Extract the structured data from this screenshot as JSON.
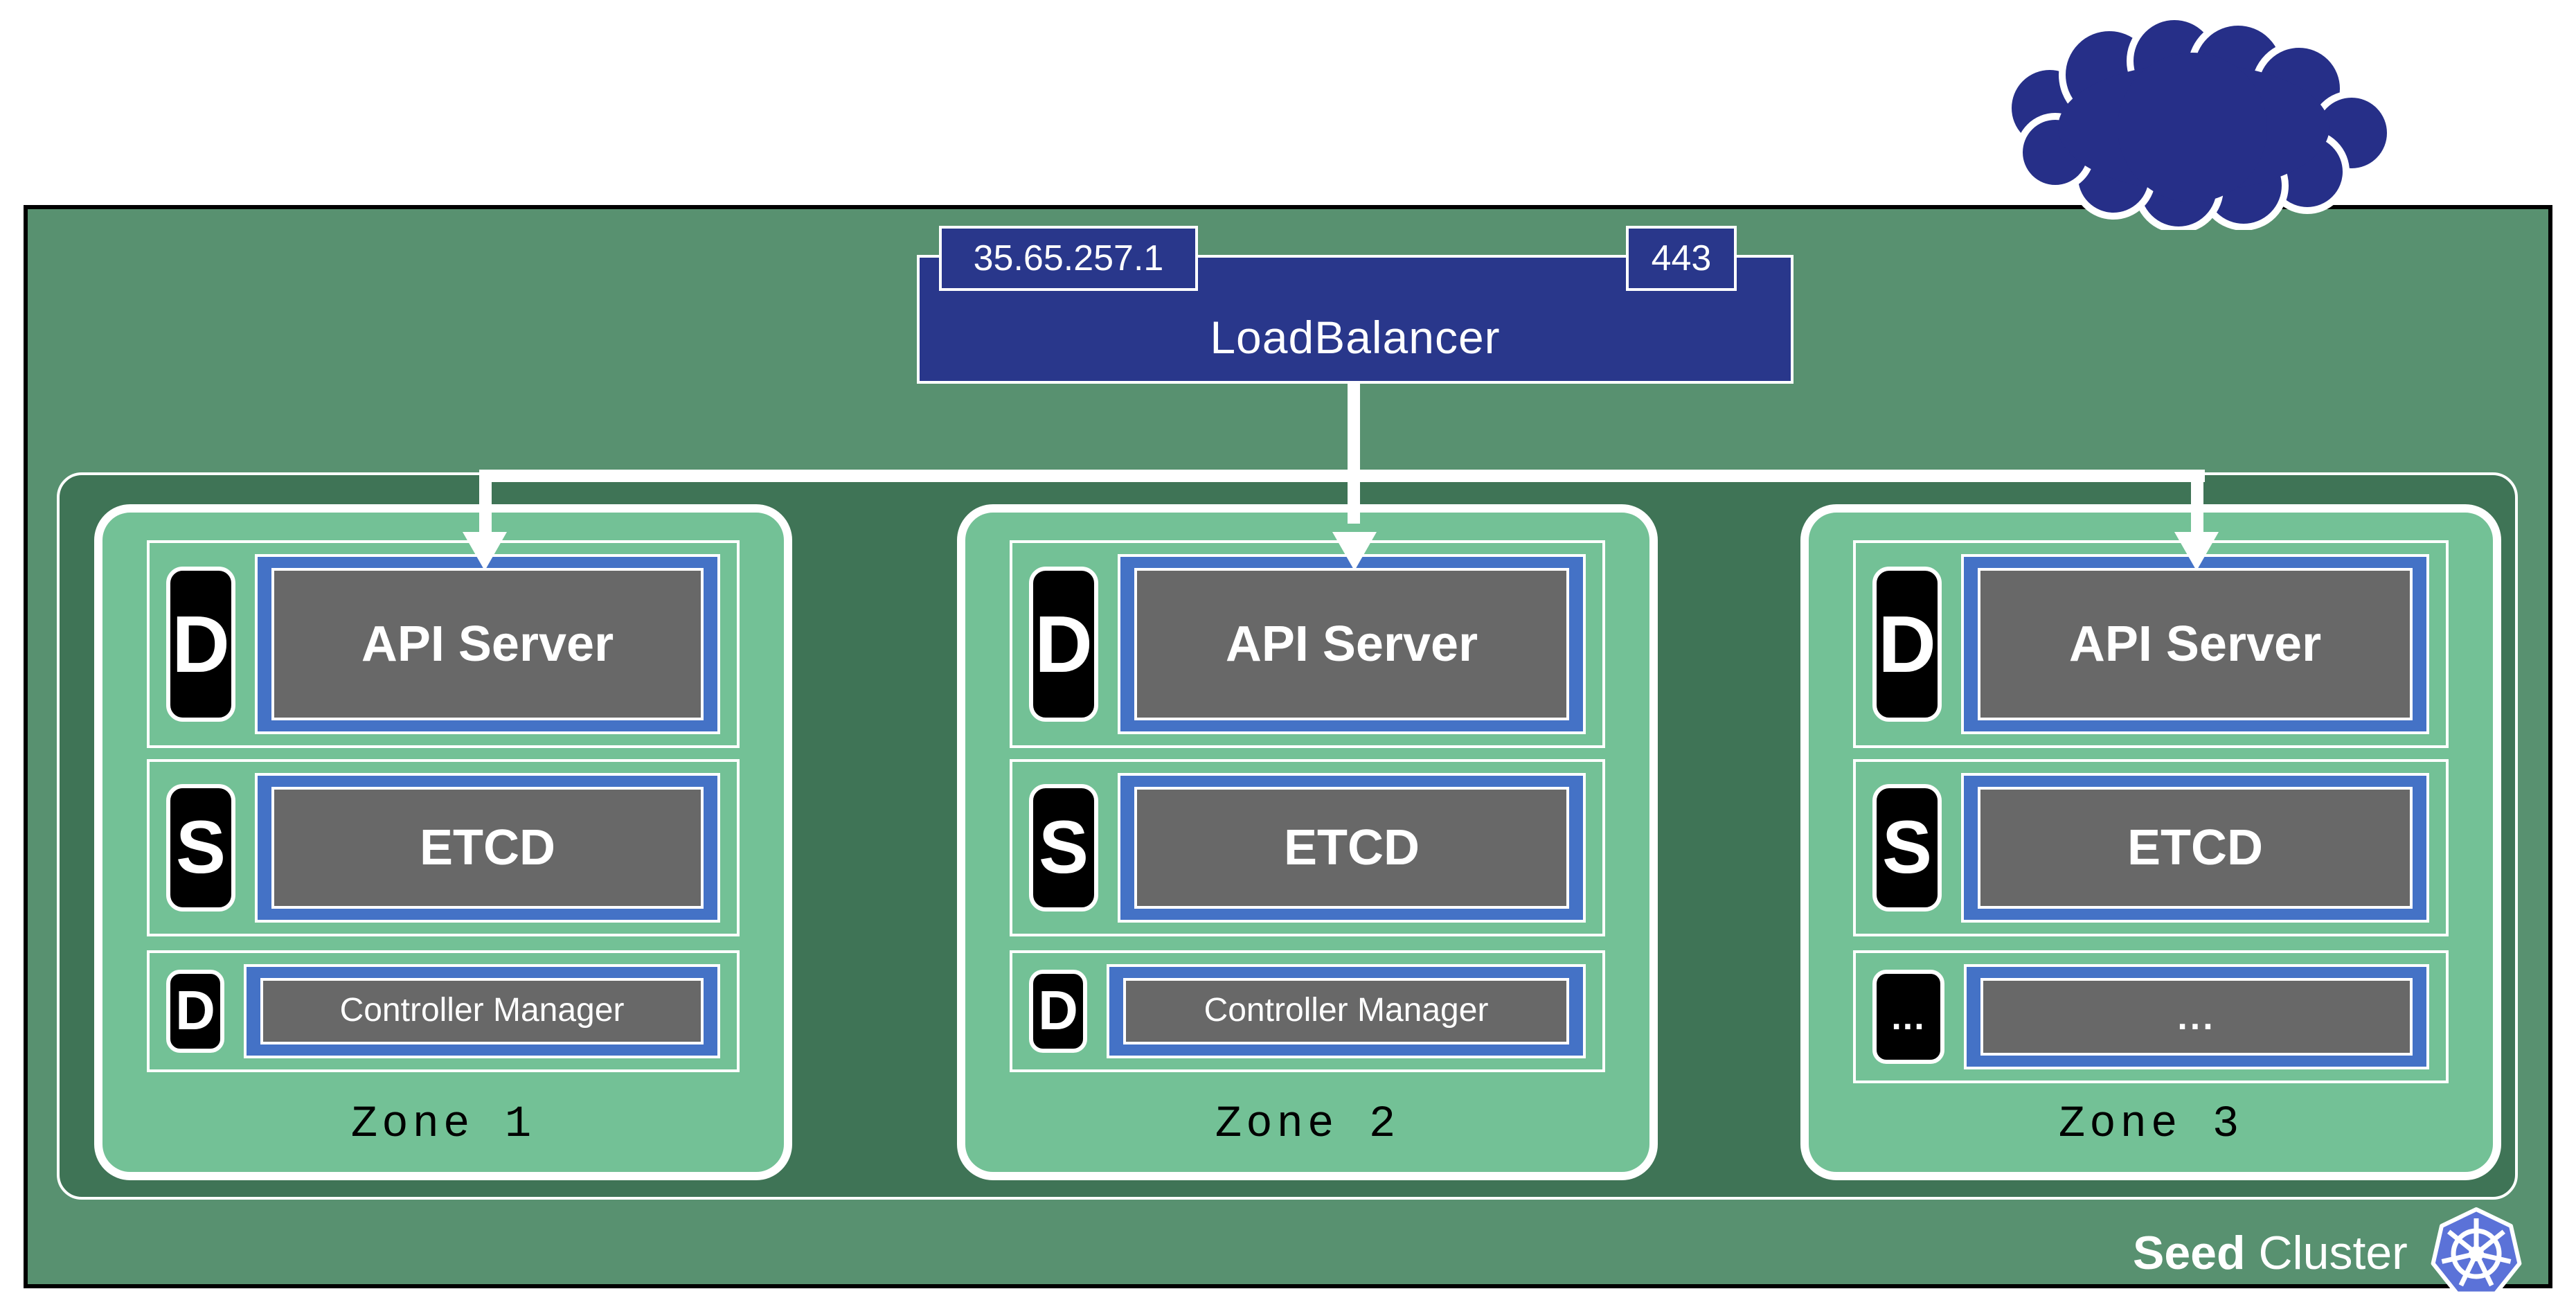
{
  "load_balancer": {
    "title": "LoadBalancer",
    "ip": "35.65.257.1",
    "port": "443"
  },
  "zones": [
    {
      "label": "Zone 1",
      "rows": [
        {
          "badge": "D",
          "name": "API Server"
        },
        {
          "badge": "S",
          "name": "ETCD"
        },
        {
          "badge": "D",
          "name": "Controller Manager"
        }
      ]
    },
    {
      "label": "Zone 2",
      "rows": [
        {
          "badge": "D",
          "name": "API Server"
        },
        {
          "badge": "S",
          "name": "ETCD"
        },
        {
          "badge": "D",
          "name": "Controller Manager"
        }
      ]
    },
    {
      "label": "Zone 3",
      "rows": [
        {
          "badge": "D",
          "name": "API Server"
        },
        {
          "badge": "S",
          "name": "ETCD"
        },
        {
          "badge": "...",
          "name": "..."
        }
      ]
    }
  ],
  "cluster": {
    "label_bold": "Seed",
    "label_regular": "Cluster"
  },
  "icons": {
    "cloud": "cloud-icon",
    "kubernetes": "kubernetes-icon"
  },
  "colors": {
    "seed_background": "#589170",
    "zones_container_background": "#3f7456",
    "zone_background": "#73c196",
    "component_blue": "#4472c6",
    "component_gray": "#686868",
    "loadbalancer_blue": "#29378b",
    "cloud_blue": "#262f88",
    "kubernetes_blue": "#5b72d8",
    "connector_white": "#ffffff"
  }
}
